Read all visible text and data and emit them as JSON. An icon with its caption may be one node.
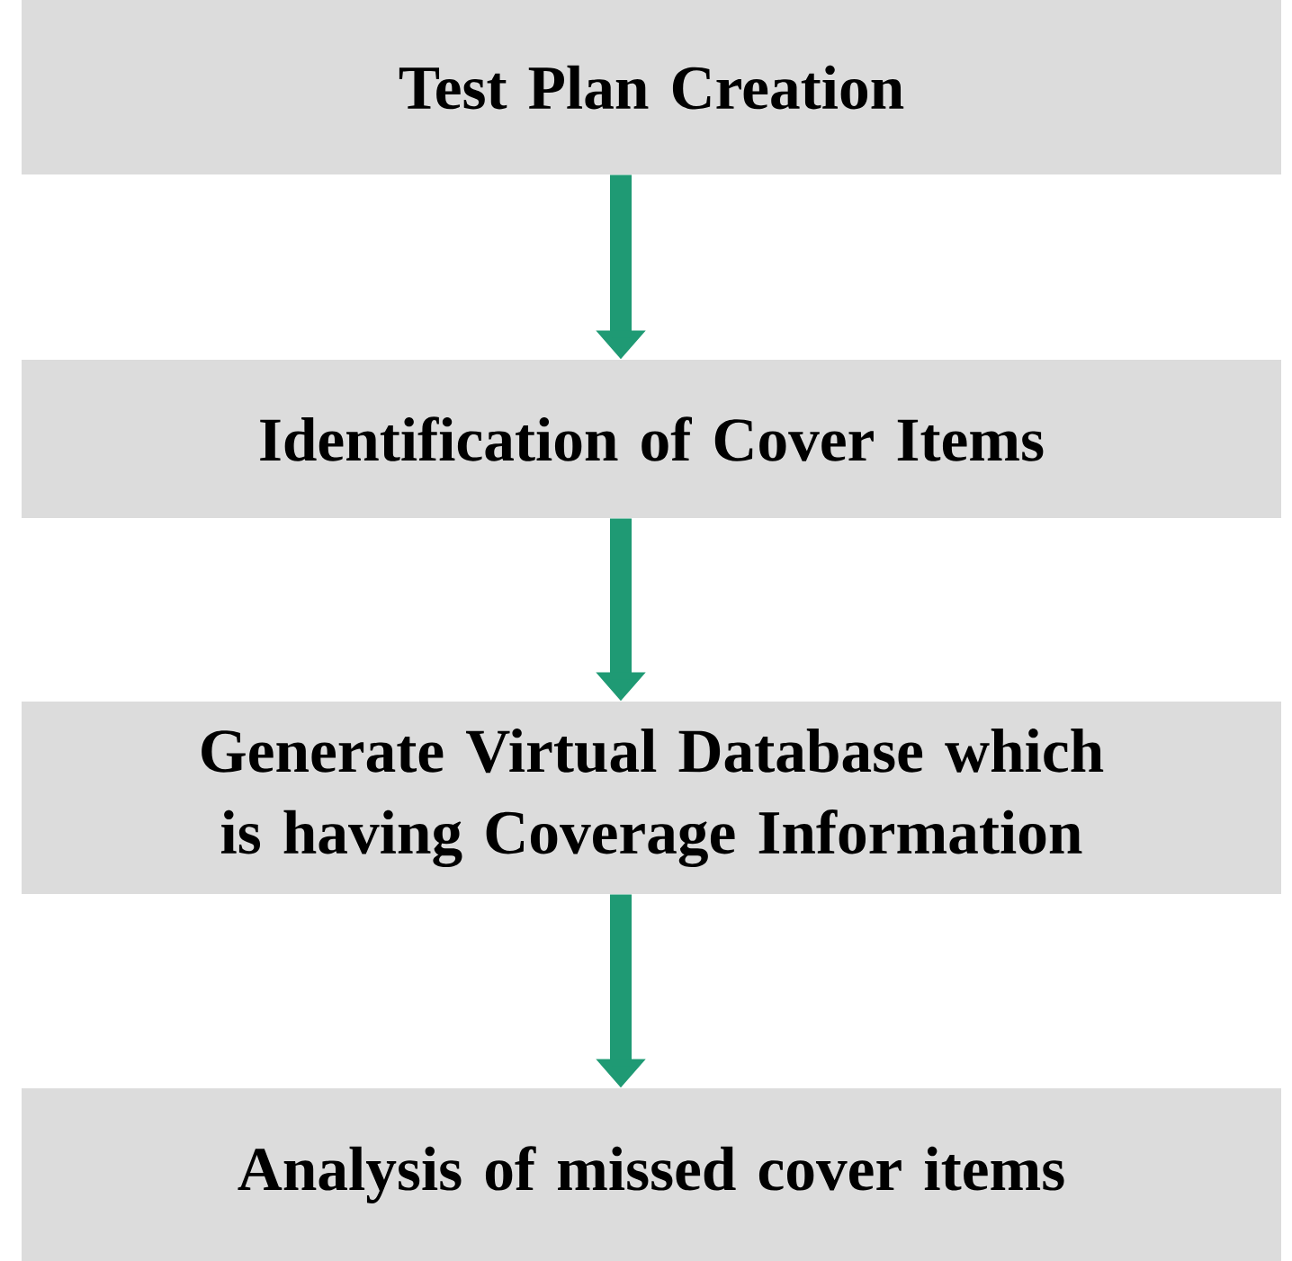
{
  "diagram": {
    "nodes": [
      {
        "text": [
          "Test Plan Creation"
        ]
      },
      {
        "text": [
          "Identification of Cover Items"
        ]
      },
      {
        "text": [
          "Generate Virtual Database which is having Coverage Information"
        ]
      },
      {
        "text": [
          "Analysis of missed cover items"
        ]
      }
    ],
    "edges": [
      {
        "from": 0,
        "to": 1,
        "arrow": "to"
      },
      {
        "from": 1,
        "to": 2,
        "arrow": "to"
      },
      {
        "from": 2,
        "to": 3,
        "arrow": "to"
      }
    ]
  }
}
